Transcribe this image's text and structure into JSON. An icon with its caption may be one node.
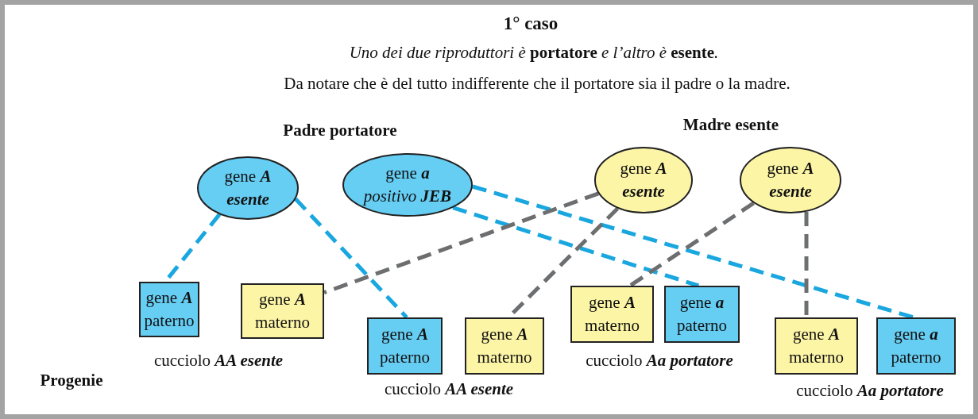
{
  "diagram": {
    "title": "1° caso",
    "nodes": [
      {
        "text": [
          "gene **A**",
          "esente"
        ]
      },
      {
        "text": [
          "gene **a**",
          "*positivo* **JEB**"
        ]
      },
      {
        "text": [
          "gene **A**",
          "esente"
        ]
      },
      {
        "text": [
          "gene **A**",
          "esente"
        ]
      },
      {
        "text": [
          "gene **A**",
          "paterno"
        ]
      },
      {
        "text": [
          "gene **A**",
          "materno"
        ]
      },
      {
        "text": [
          "gene **A**",
          "paterno"
        ]
      },
      {
        "text": [
          "gene **A**",
          "materno"
        ]
      },
      {
        "text": [
          "gene **A**",
          "materno"
        ]
      },
      {
        "text": [
          "gene **a**",
          "paterno"
        ]
      },
      {
        "text": [
          "gene **A**",
          "materno"
        ]
      },
      {
        "text": [
          "gene **a**",
          "paterno"
        ]
      }
    ],
    "edges": [
      {
        "from": 0,
        "to": 4,
        "arrow": "none",
        "style": "dashed",
        "color": "#1aa7e0"
      },
      {
        "from": 0,
        "to": 6,
        "arrow": "none",
        "style": "dashed",
        "color": "#1aa7e0"
      },
      {
        "from": 1,
        "to": 9,
        "arrow": "none",
        "style": "dashed",
        "color": "#1aa7e0"
      },
      {
        "from": 1,
        "to": 11,
        "arrow": "none",
        "style": "dashed",
        "color": "#1aa7e0"
      },
      {
        "from": 2,
        "to": 5,
        "arrow": "none",
        "style": "dashed",
        "color": "#6d6e70"
      },
      {
        "from": 2,
        "to": 7,
        "arrow": "none",
        "style": "dashed",
        "color": "#6d6e70"
      },
      {
        "from": 3,
        "to": 8,
        "arrow": "none",
        "style": "dashed",
        "color": "#6d6e70"
      },
      {
        "from": 3,
        "to": 10,
        "arrow": "none",
        "style": "dashed",
        "color": "#6d6e70"
      }
    ],
    "labels": [
      "*Uno dei due riproduttori è* **portatore** *e l’altro è* **esente**.",
      "Da notare che è del tutto indifferente che il portatore sia il padre o la madre.",
      "Padre portatore",
      "Madre esente",
      "cucciolo **AA esente**",
      "cucciolo **Aa portatore**",
      "Progenie",
      "cucciolo **AA esente**",
      "cucciolo **Aa portatore**"
    ]
  }
}
